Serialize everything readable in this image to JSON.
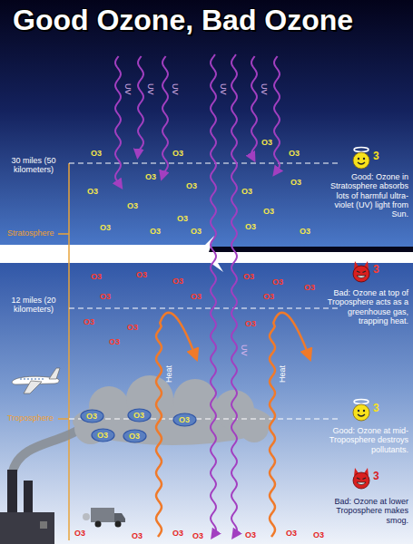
{
  "diagram": {
    "title": "Good Ozone, Bad Ozone",
    "nodes": [
      {
        "text": [
          "O3"
        ]
      },
      {
        "text": [
          "O3"
        ]
      },
      {
        "text": [
          "O3"
        ]
      },
      {
        "text": [
          "O3"
        ]
      },
      {
        "text": [
          "O3"
        ]
      }
    ],
    "labels": [
      "30 miles (50 kilometers)",
      "Stratosphere",
      "12 miles (20 kilometers)",
      "Troposphere",
      "Good: Ozone in Stratosphere absorbs lots of harmful ultra-violet (UV) light from Sun.",
      "3",
      "Bad: Ozone at top of Troposphere acts as a greenhouse gas, trapping heat.",
      "3",
      "Good: Ozone at mid-Troposphere destroys pollutants.",
      "3",
      "Bad: Ozone at lower Troposphere makes smog.",
      "3",
      "UV",
      "UV",
      "UV",
      "UV",
      "UV",
      "UV",
      "Heat",
      "Heat",
      "O3",
      "O3",
      "O3",
      "O3",
      "O3",
      "O3",
      "O3",
      "O3",
      "O3",
      "O3",
      "O3",
      "O3",
      "O3",
      "O3",
      "O3",
      "O3",
      "O3",
      "O3",
      "O3",
      "O3",
      "O3",
      "O3",
      "O3",
      "O3",
      "O3",
      "O3",
      "O3",
      "O3",
      "O3",
      "O3",
      "O3",
      "O3",
      "O3",
      "O3",
      "O3",
      "O3",
      "O3"
    ]
  }
}
